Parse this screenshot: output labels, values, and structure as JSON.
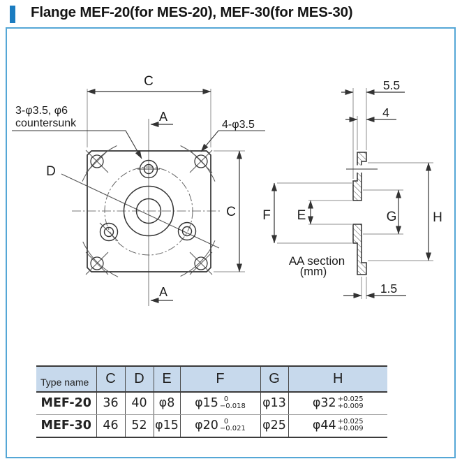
{
  "title": "Flange MEF-20(for MES-20), MEF-30(for MES-30)",
  "front_view": {
    "dim_width_label": "C",
    "dim_height_label": "C",
    "section_cut_label_top": "A",
    "section_cut_label_bottom": "A",
    "outer_circle_label": "D",
    "countersunk_note_line1": "3-φ3.5, φ6",
    "countersunk_note_line2": "countersunk",
    "corner_holes_note": "4-φ3.5"
  },
  "section_view": {
    "dim_total_thickness": "5.5",
    "dim_plate_thickness": "4",
    "dim_spigot_depth": "1.5",
    "bore_label": "E",
    "boss_label": "F",
    "fit_label_g": "G",
    "fit_label_h": "H",
    "caption": "AA section",
    "caption_unit": "(mm)"
  },
  "table": {
    "headers": [
      "Type name",
      "C",
      "D",
      "E",
      "F",
      "G",
      "H"
    ],
    "rows": [
      {
        "type_name": "MEF-20",
        "c": "36",
        "d": "40",
        "e": "φ8",
        "f": {
          "base": "φ15",
          "tol_top": "0",
          "tol_bottom": "−0.018"
        },
        "g": "φ13",
        "h": {
          "base": "φ32",
          "tol_top": "+0.025",
          "tol_bottom": "+0.009"
        }
      },
      {
        "type_name": "MEF-30",
        "c": "46",
        "d": "52",
        "e": "φ15",
        "f": {
          "base": "φ20",
          "tol_top": "0",
          "tol_bottom": "−0.021"
        },
        "g": "φ25",
        "h": {
          "base": "φ44",
          "tol_top": "+0.025",
          "tol_bottom": "+0.009"
        }
      }
    ]
  },
  "colors": {
    "accent_bar": "#1b7cc0",
    "frame_border": "#55a7d6",
    "table_header_bg": "#c7d9ec",
    "drawing_line": "#333333",
    "extension_line": "#8c8c8c"
  }
}
